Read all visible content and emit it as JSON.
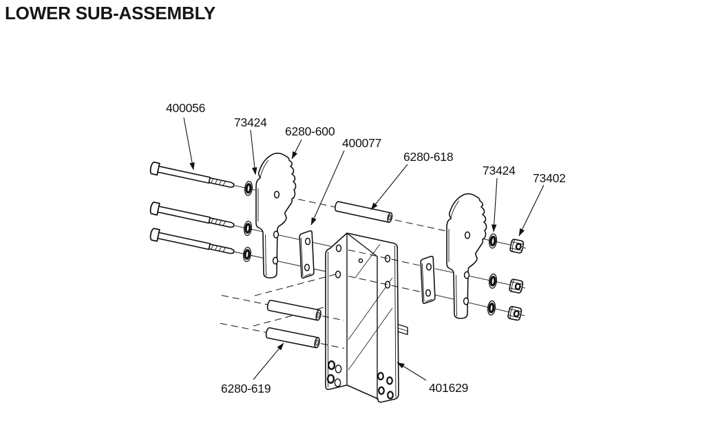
{
  "title": "LOWER SUB-ASSEMBLY",
  "diagram": {
    "description": "Exploded view parts diagram of lower sub-assembly",
    "colors": {
      "line": "#111111",
      "background": "#ffffff"
    },
    "labels": {
      "bolt": "400056",
      "washer_left": "73424",
      "cam_plate": "6280-600",
      "spacer_plate": "400077",
      "upper_tube": "6280-618",
      "washer_right": "73424",
      "nut": "73402",
      "lower_tubes": "6280-619",
      "bracket": "401629"
    }
  }
}
